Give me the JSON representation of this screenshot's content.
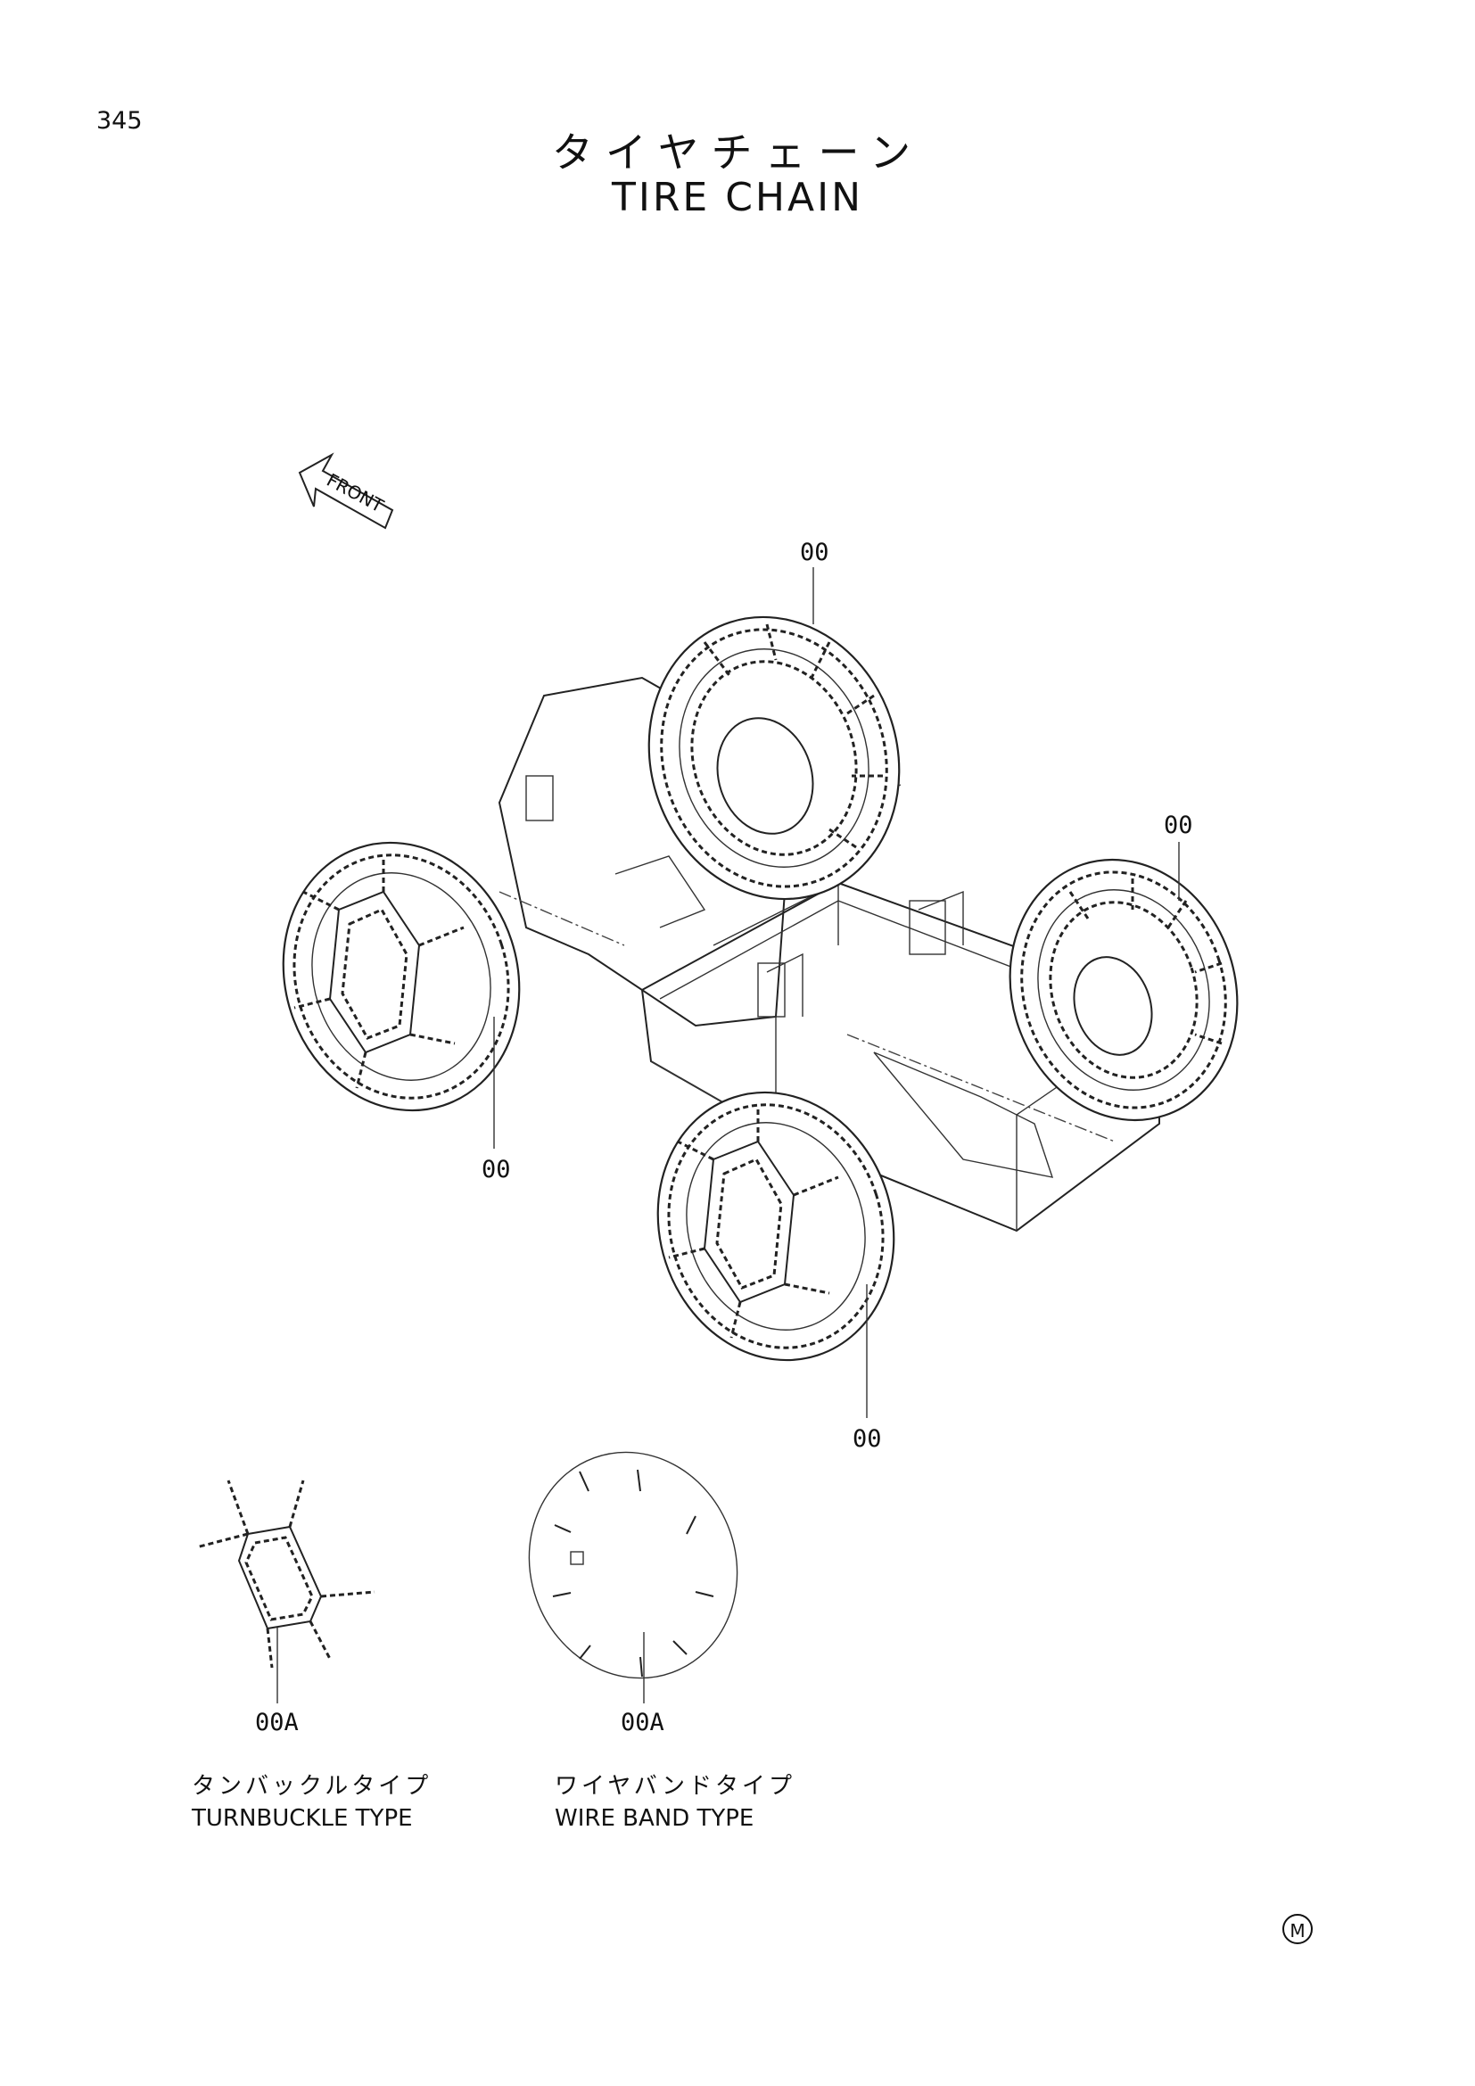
{
  "page_number": "345",
  "title": {
    "jp": "タイヤチェーン",
    "en": "TIRE CHAIN"
  },
  "front_arrow_label": "FRONT",
  "callouts": {
    "rear_right": "00",
    "far_right": "00",
    "left": "00",
    "front": "00",
    "turnbuckle": "00A",
    "wire_band": "00A"
  },
  "captions": {
    "turnbuckle_jp": "タンバックルタイプ",
    "turnbuckle_en": "TURNBUCKLE TYPE",
    "wire_band_jp": "ワイヤバンドタイプ",
    "wire_band_en": "WIRE BAND TYPE"
  },
  "mark": "M"
}
